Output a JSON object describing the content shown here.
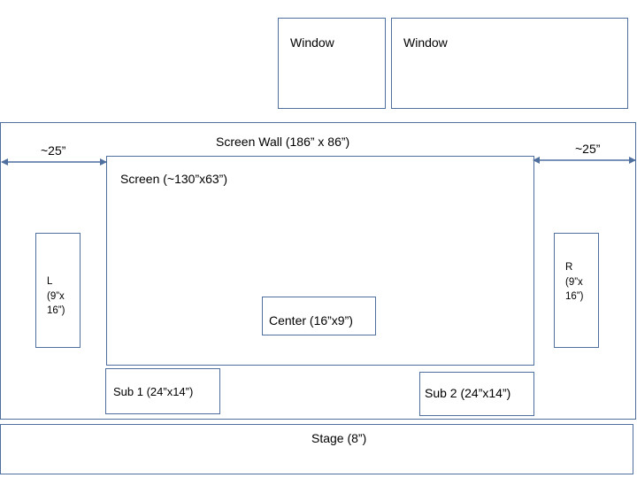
{
  "colors": {
    "box_border": "#4f6f9f",
    "arrow": "#4f6f9f",
    "text": "#000000",
    "background": "#ffffff"
  },
  "windows": [
    {
      "label": "Window"
    },
    {
      "label": "Window"
    }
  ],
  "screen_wall": {
    "label": "Screen Wall (186” x 86”)"
  },
  "screen": {
    "label": "Screen (~130”x63”)"
  },
  "gap_left": {
    "label": "~25”"
  },
  "gap_right": {
    "label": "~25”"
  },
  "left_speaker": {
    "lines": [
      "L",
      "(9”x",
      "16”)"
    ]
  },
  "right_speaker": {
    "lines": [
      "R",
      "(9”x",
      "16”)"
    ]
  },
  "center_speaker": {
    "label": "Center (16”x9”)"
  },
  "sub1": {
    "label": "Sub 1 (24”x14”)"
  },
  "sub2": {
    "label": "Sub 2 (24”x14”)"
  },
  "stage": {
    "label": "Stage (8”)"
  }
}
